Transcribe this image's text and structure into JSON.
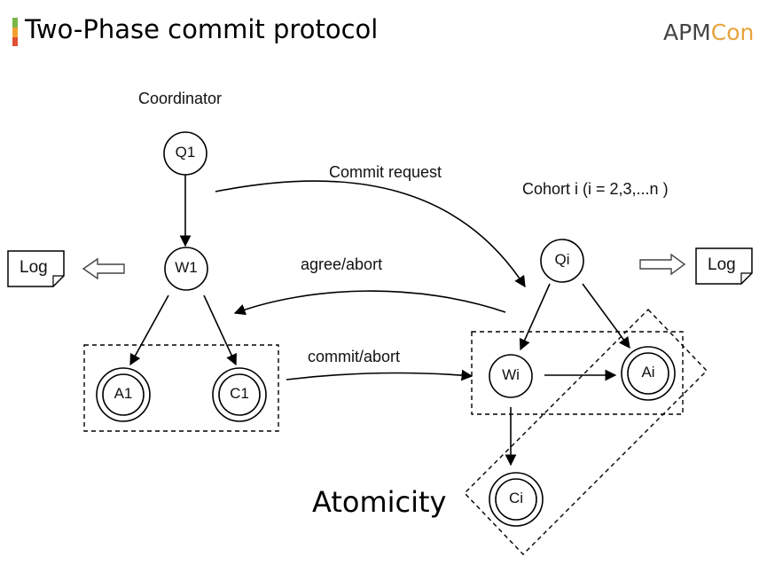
{
  "title": "Two-Phase commit protocol",
  "logo": {
    "part1": "APM",
    "part2": "Con",
    "accent_color": "#e8a33d",
    "dark_color": "#444444"
  },
  "title_bar_colors": [
    "#7ab648",
    "#f0a030",
    "#e05030"
  ],
  "coordinator_label": "Coordinator",
  "cohort_label": "Cohort i (i = 2,3,...n )",
  "messages": {
    "commit_request": "Commit request",
    "agree_abort": "agree/abort",
    "commit_abort": "commit/abort"
  },
  "log_left": "Log",
  "log_right": "Log",
  "coordinator_states": {
    "q1": "Q1",
    "w1": "W1",
    "a1": "A1",
    "c1": "C1"
  },
  "cohort_states": {
    "qi": "Qi",
    "wi": "Wi",
    "ai": "Ai",
    "ci": "Ci"
  },
  "atomicity_label": "Atomicity"
}
